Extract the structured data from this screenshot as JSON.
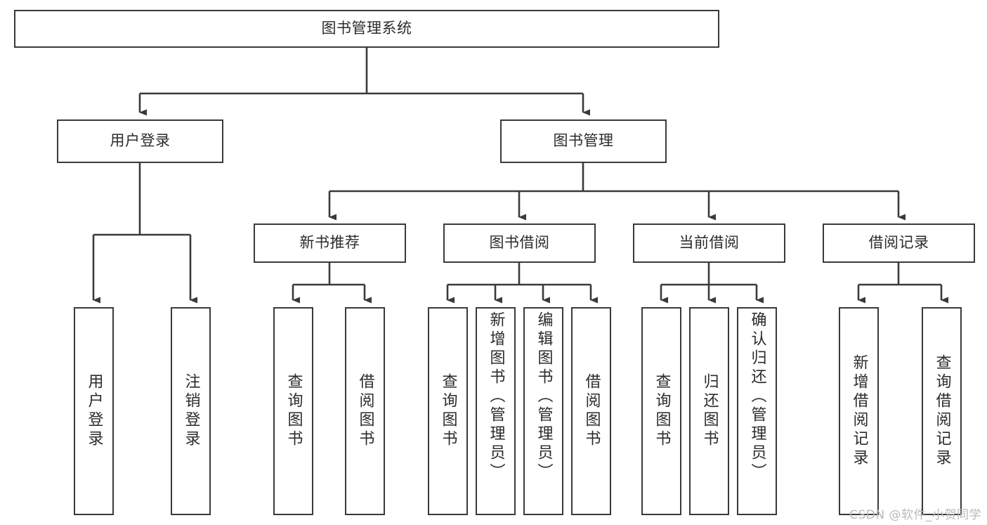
{
  "diagram": {
    "title": "图书管理系统",
    "type": "tree-hierarchy",
    "watermark": "CSDN @软件_小贺同学",
    "colors": {
      "background": "#ffffff",
      "box_border": "#3a3a3a",
      "box_fill": "#ffffff",
      "text": "#2b2b2b",
      "connector": "#3a3a3a",
      "watermark": "#b9b9b9"
    },
    "root": {
      "label": "图书管理系统"
    },
    "level2": [
      {
        "label": "用户登录"
      },
      {
        "label": "图书管理"
      }
    ],
    "level3": [
      {
        "label": "新书推荐"
      },
      {
        "label": "图书借阅"
      },
      {
        "label": "当前借阅"
      },
      {
        "label": "借阅记录"
      }
    ],
    "leaves": {
      "user_login": [
        {
          "label": "用户登录"
        },
        {
          "label": "注销登录"
        }
      ],
      "new_book": [
        {
          "label": "查询图书"
        },
        {
          "label": "借阅图书"
        }
      ],
      "borrow_book": [
        {
          "label": "查询图书"
        },
        {
          "label": "新增图书（管理员）"
        },
        {
          "label": "编辑图书（管理员）"
        },
        {
          "label": "借阅图书"
        }
      ],
      "current_borrow": [
        {
          "label": "查询图书"
        },
        {
          "label": "归还图书"
        },
        {
          "label": "确认归还（管理员）"
        }
      ],
      "borrow_record": [
        {
          "label": "新增借阅记录"
        },
        {
          "label": "查询借阅记录"
        }
      ]
    }
  }
}
